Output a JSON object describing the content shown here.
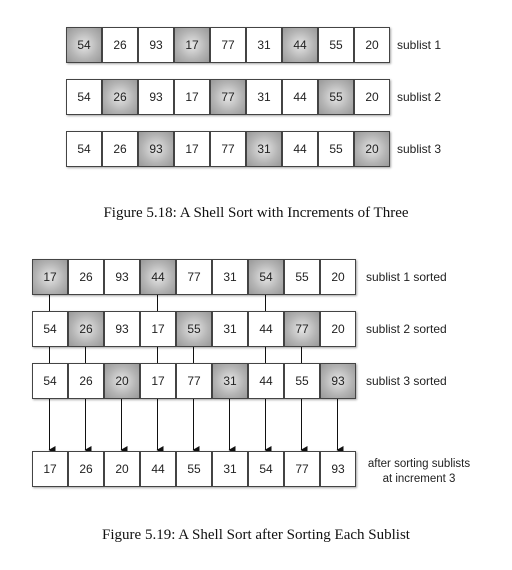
{
  "figure1": {
    "caption": "Figure 5.18: A Shell Sort with Increments of Three",
    "rows": [
      {
        "label": "sublist 1",
        "values": [
          "54",
          "26",
          "93",
          "17",
          "77",
          "31",
          "44",
          "55",
          "20"
        ],
        "highlight": [
          0,
          3,
          6
        ]
      },
      {
        "label": "sublist 2",
        "values": [
          "54",
          "26",
          "93",
          "17",
          "77",
          "31",
          "44",
          "55",
          "20"
        ],
        "highlight": [
          1,
          4,
          7
        ]
      },
      {
        "label": "sublist 3",
        "values": [
          "54",
          "26",
          "93",
          "17",
          "77",
          "31",
          "44",
          "55",
          "20"
        ],
        "highlight": [
          2,
          5,
          8
        ]
      }
    ]
  },
  "figure2": {
    "caption": "Figure 5.19: A Shell Sort after Sorting Each Sublist",
    "rows": [
      {
        "label": "sublist 1 sorted",
        "values": [
          "17",
          "26",
          "93",
          "44",
          "77",
          "31",
          "54",
          "55",
          "20"
        ],
        "highlight": [
          0,
          3,
          6
        ]
      },
      {
        "label": "sublist 2 sorted",
        "values": [
          "54",
          "26",
          "93",
          "17",
          "55",
          "31",
          "44",
          "77",
          "20"
        ],
        "highlight": [
          1,
          4,
          7
        ]
      },
      {
        "label": "sublist 3 sorted",
        "values": [
          "54",
          "26",
          "20",
          "17",
          "77",
          "31",
          "44",
          "55",
          "93"
        ],
        "highlight": [
          2,
          5,
          8
        ]
      }
    ],
    "final": {
      "label_line1": "after sorting sublists",
      "label_line2": "at increment 3",
      "values": [
        "17",
        "26",
        "20",
        "44",
        "55",
        "31",
        "54",
        "77",
        "93"
      ]
    }
  }
}
